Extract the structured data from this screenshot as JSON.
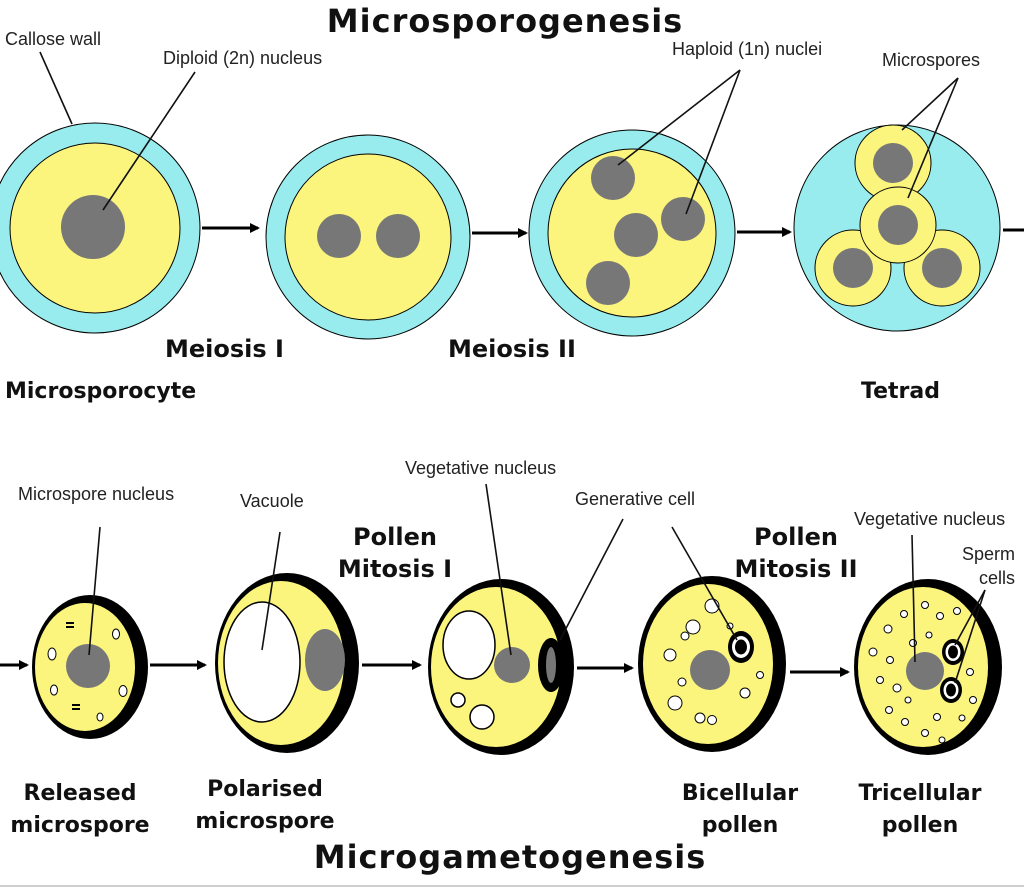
{
  "titles": {
    "top": "Microsporogenesis",
    "bottom": "Microgametogenesis"
  },
  "top_labels": {
    "callose_wall": "Callose wall",
    "diploid_nucleus": "Diploid (2n) nucleus",
    "haploid_nuclei": "Haploid (1n) nuclei",
    "microspores": "Microspores",
    "meiosis_1": "Meiosis I",
    "meiosis_2": "Meiosis II",
    "microsporocyte": "Microsporocyte",
    "tetrad": "Tetrad"
  },
  "bottom_labels": {
    "microspore_nucleus": "Microspore nucleus",
    "vacuole": "Vacuole",
    "vegetative_nucleus_1": "Vegetative nucleus",
    "generative_cell": "Generative cell",
    "vegetative_nucleus_2": "Vegetative nucleus",
    "sperm_line1": "Sperm",
    "sperm_line2": "cells",
    "pm1_line1": "Pollen",
    "pm1_line2": "Mitosis I",
    "pm2_line1": "Pollen",
    "pm2_line2": "Mitosis II",
    "released_line1": "Released",
    "released_line2": "microspore",
    "polarised_line1": "Polarised",
    "polarised_line2": "microspore",
    "bicellular_line1": "Bicellular",
    "bicellular_line2": "pollen",
    "tricellular_line1": "Tricellular",
    "tricellular_line2": "pollen"
  },
  "colors": {
    "callose": "#99ecee",
    "cytoplasm": "#fbf57e",
    "nucleus": "#777777",
    "outline": "#000000",
    "vacuole": "#ffffff"
  },
  "icons": [
    "arrow-right-icon"
  ]
}
